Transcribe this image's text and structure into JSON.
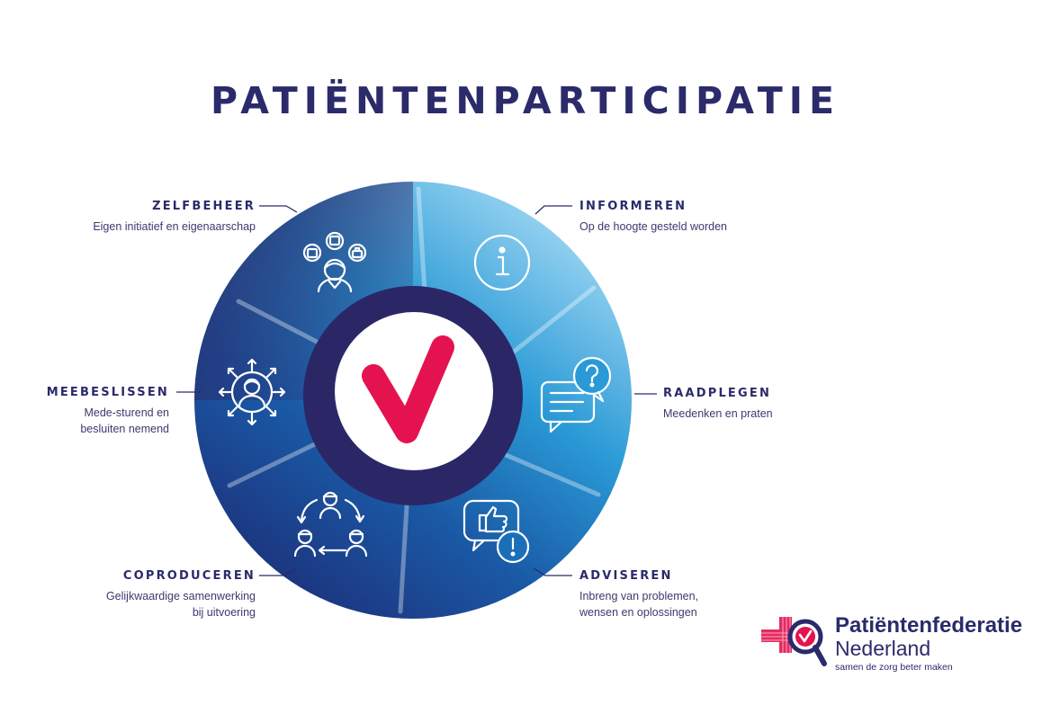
{
  "title": "PATIËNTENPARTICIPATIE",
  "segments": [
    {
      "id": "informeren",
      "heading": "INFORMEREN",
      "description": "Op de hoogte gesteld worden",
      "icon": "info-circle-icon"
    },
    {
      "id": "raadplegen",
      "heading": "RAADPLEGEN",
      "description": "Meedenken en praten",
      "icon": "chat-question-icon"
    },
    {
      "id": "adviseren",
      "heading": "ADVISEREN",
      "description": "Inbreng van problemen,\nwensen en oplossingen",
      "icon": "thumbs-up-alert-icon"
    },
    {
      "id": "coproduceren",
      "heading": "COPRODUCEREN",
      "description": "Gelijkwaardige samenwerking\nbij uitvoering",
      "icon": "people-cycle-icon"
    },
    {
      "id": "meebeslissen",
      "heading": "MEEBESLISSEN",
      "description": "Mede-sturend en\nbesluiten nemend",
      "icon": "person-arrows-icon"
    },
    {
      "id": "zelfbeheer",
      "heading": "ZELFBEHEER",
      "description": "Eigen initiatief en eigenaarschap",
      "icon": "person-tools-icon"
    }
  ],
  "center_icon": "checkmark-icon",
  "logo": {
    "name_line1": "Patiëntenfederatie",
    "name_line2": "Nederland",
    "tagline": "samen de zorg beter maken"
  },
  "colors": {
    "navy": "#2b2a6b",
    "ring_dark": "#2a2767",
    "ring_light": "#7ec8ef",
    "accent_red": "#e4134f"
  }
}
